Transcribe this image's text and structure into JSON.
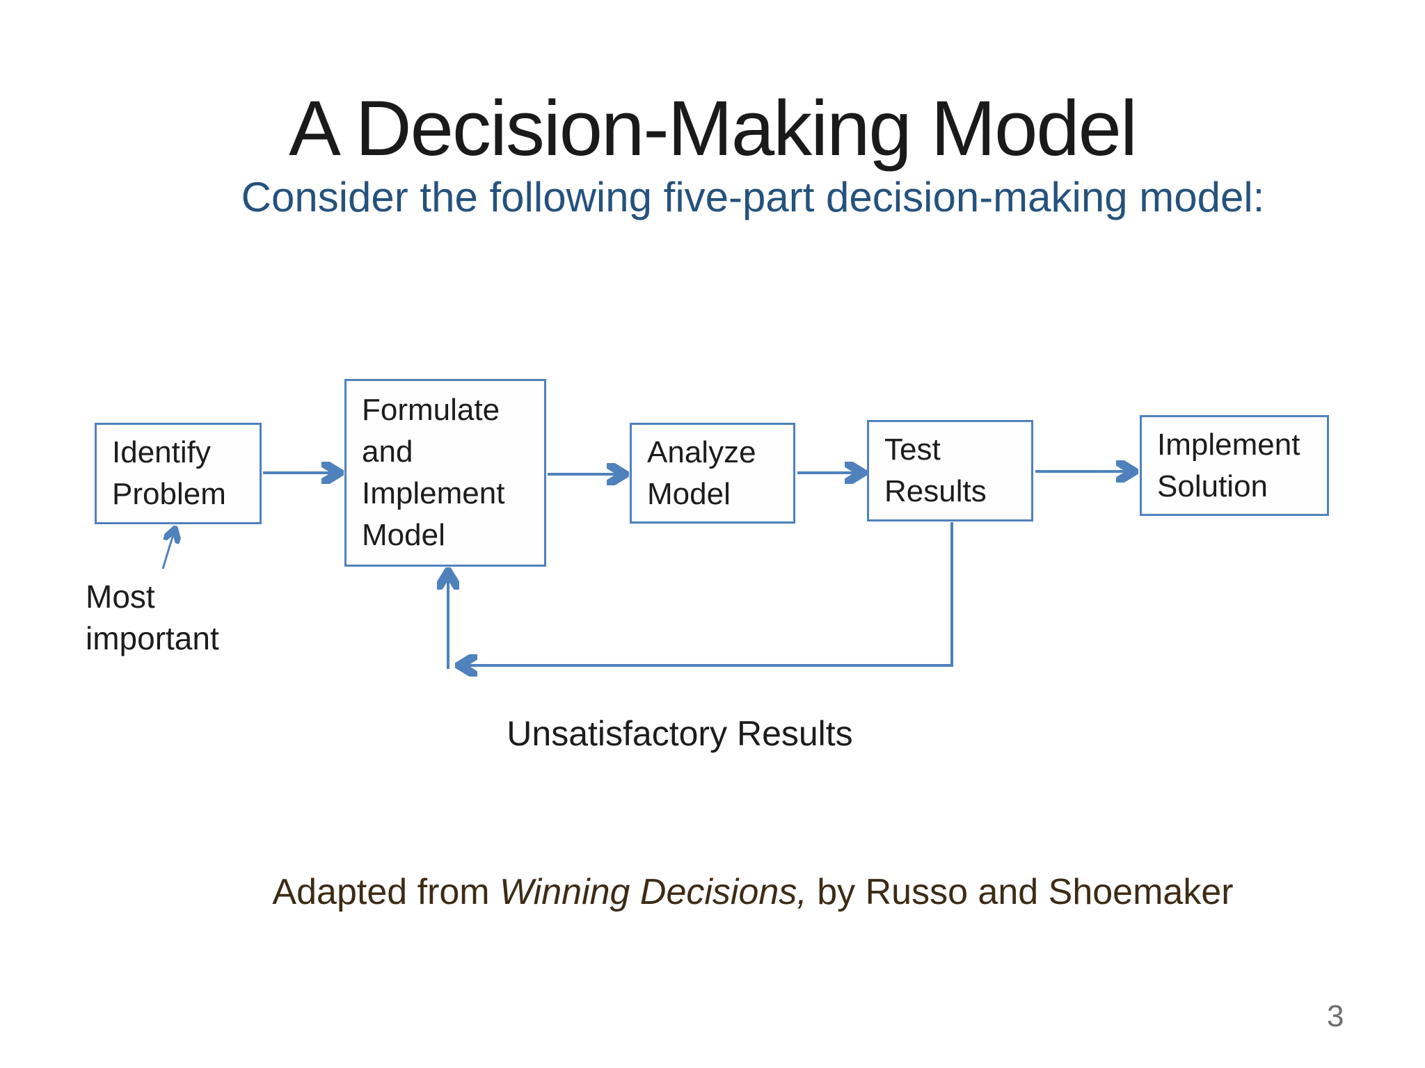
{
  "slide": {
    "title": "A Decision-Making Model",
    "subtitle": "Consider the following five-part decision-making model:",
    "page_number": "3",
    "colors": {
      "accent_blue": "#4F81BD",
      "subtitle_blue": "#25527D",
      "attribution_brown": "#3D2B15",
      "page_number_gray": "#6E6E6E"
    }
  },
  "flowchart": {
    "boxes": [
      {
        "id": "identify-problem",
        "label": "Identify Problem"
      },
      {
        "id": "formulate-implement-model",
        "label": "Formulate and Implement Model"
      },
      {
        "id": "analyze-model",
        "label": "Analyze Model"
      },
      {
        "id": "test-results",
        "label": "Test Results"
      },
      {
        "id": "implement-solution",
        "label": "Implement Solution"
      }
    ],
    "annotations": {
      "most_important": "Most important",
      "unsatisfactory_results": "Unsatisfactory Results"
    }
  },
  "attribution": {
    "prefix": "Adapted from ",
    "book_title": "Winning Decisions,",
    "suffix": " by Russo and Shoemaker"
  }
}
